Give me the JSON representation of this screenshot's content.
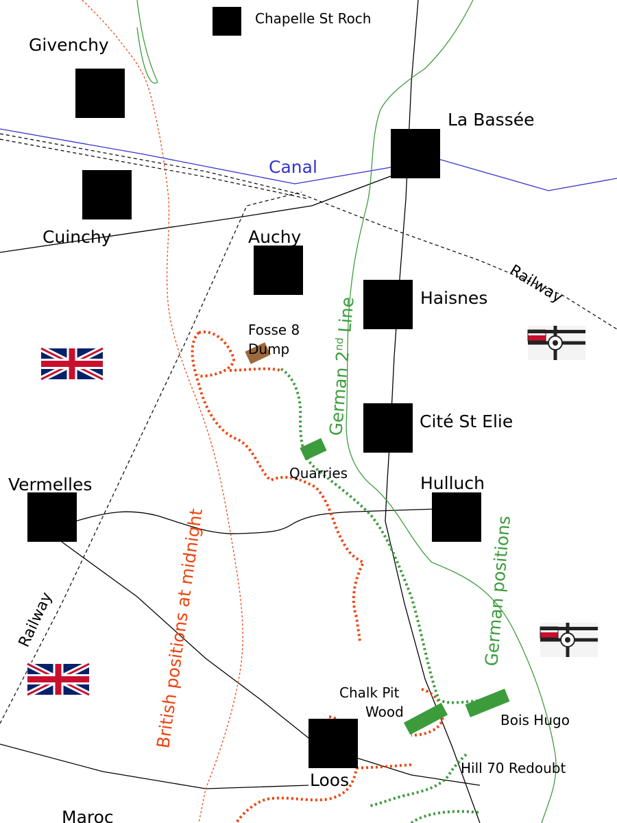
{
  "towns": [
    {
      "id": "chapelle",
      "label": "Chapelle St Roch"
    },
    {
      "id": "givenchy",
      "label": "Givenchy"
    },
    {
      "id": "labassee",
      "label": "La Bassée"
    },
    {
      "id": "cuinchy",
      "label": "Cuinchy"
    },
    {
      "id": "auchy",
      "label": "Auchy"
    },
    {
      "id": "haisnes",
      "label": "Haisnes"
    },
    {
      "id": "citestelie",
      "label": "Cité St Elie"
    },
    {
      "id": "hulluch",
      "label": "Hulluch"
    },
    {
      "id": "vermelles",
      "label": "Vermelles"
    },
    {
      "id": "loos",
      "label": "Loos"
    },
    {
      "id": "maroc",
      "label": "Maroc"
    }
  ],
  "features": {
    "canal": "Canal",
    "railway_east": "Railway",
    "railway_west": "Railway",
    "german_second_line": "German 2",
    "german_second_line_sup": "nd",
    "german_second_line_rest": " Line",
    "german_positions": "German positions",
    "british_positions": "British positions at midnight",
    "fosse_line1": "Fosse 8",
    "fosse_line2": "Dump",
    "quarries": "Quarries",
    "chalk_line1": "Chalk Pit",
    "chalk_line2": "Wood",
    "bois_hugo": "Bois Hugo",
    "hill70": "Hill 70 Redoubt"
  },
  "colors": {
    "british": "#ee4411",
    "german": "#3c9c3c",
    "canal": "#3333cc",
    "dump": "#9b6a3c"
  }
}
